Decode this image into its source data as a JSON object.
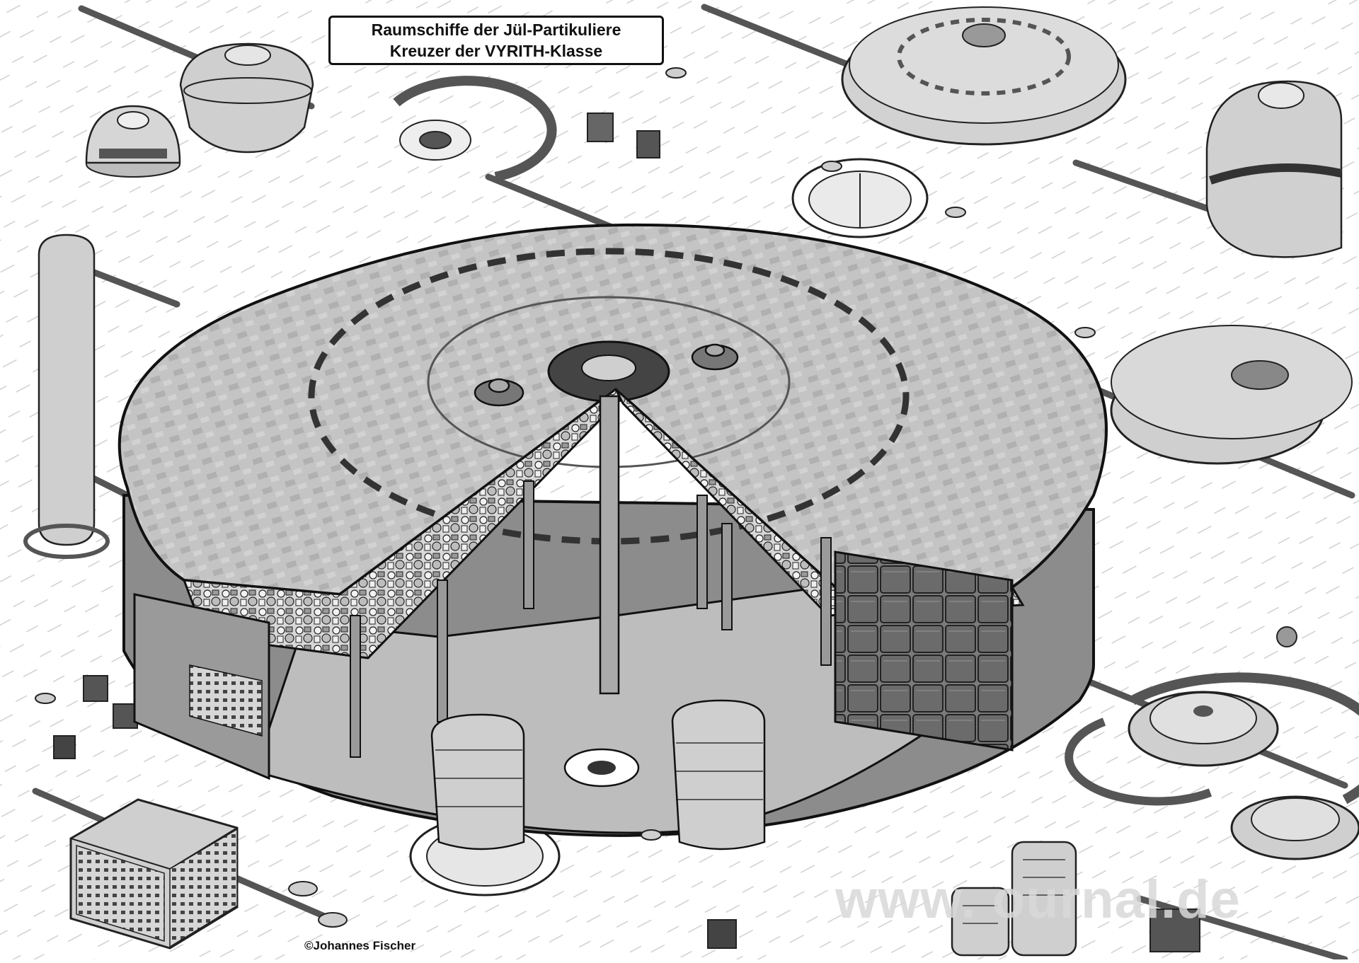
{
  "title": {
    "line1": "Raumschiffe der Jül-Partikuliere",
    "line2": "Kreuzer der VYRITH-Klasse"
  },
  "credit": "©Johannes Fischer",
  "watermark": "www.      ournal.de",
  "colors": {
    "background": "#ffffff",
    "line": "#1a1a1a",
    "hull_light": "#c9c9c9",
    "hull_mid": "#a8a8a8",
    "hull_dark": "#6e6e6e",
    "rail": "#555555",
    "watermark": "#d9d9d9"
  }
}
